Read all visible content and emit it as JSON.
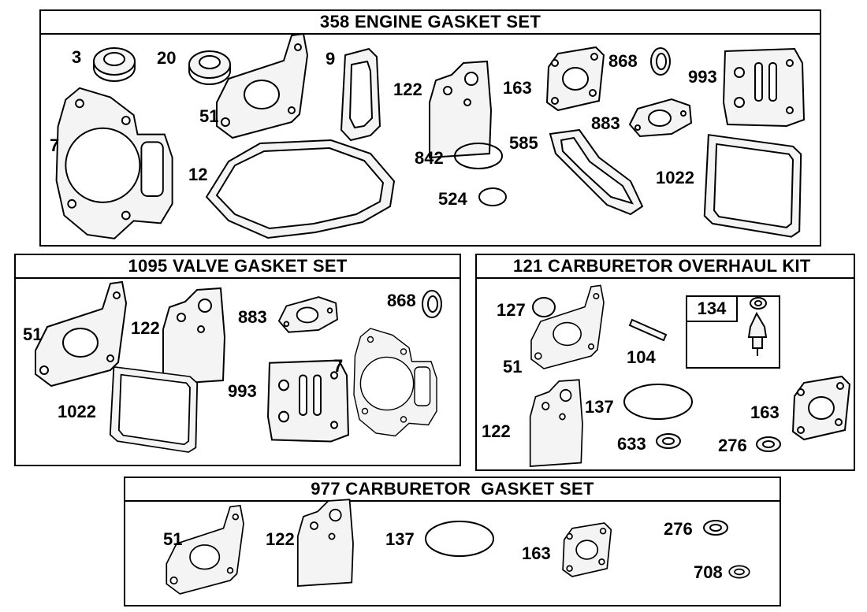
{
  "panels": {
    "engine_gasket_set": {
      "title": "358 ENGINE GASKET SET",
      "parts": [
        "3",
        "20",
        "9",
        "868",
        "993",
        "51",
        "122",
        "163",
        "883",
        "7",
        "12",
        "842",
        "585",
        "1022",
        "524"
      ]
    },
    "valve_gasket_set": {
      "title": "1095 VALVE GASKET SET",
      "parts": [
        "51",
        "122",
        "883",
        "868",
        "7",
        "993",
        "1022"
      ]
    },
    "carburetor_overhaul_kit": {
      "title": "121 CARBURETOR OVERHAUL KIT",
      "parts": [
        "127",
        "104",
        "51",
        "137",
        "163",
        "122",
        "633",
        "276"
      ],
      "sub_kit": "134"
    },
    "carburetor_gasket_set": {
      "title": "977 CARBURETOR  GASKET SET",
      "parts": [
        "51",
        "122",
        "137",
        "163",
        "276",
        "708"
      ]
    }
  },
  "colors": {
    "line": "#000000",
    "background": "#ffffff",
    "part_fill": "#f4f4f4"
  }
}
